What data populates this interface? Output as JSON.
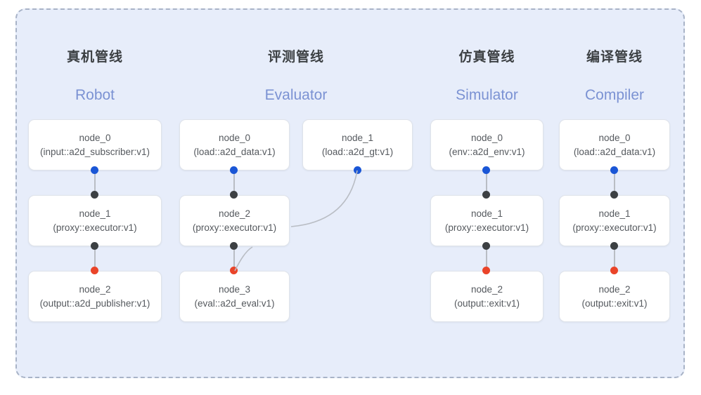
{
  "panel": {
    "background": "#e7edfa",
    "border_color": "#a8b3c7"
  },
  "palette": {
    "title_color": "#3c4043",
    "subtitle_color": "#7b92d3",
    "node_text_color": "#55595e",
    "dot_input": "#1a56d6",
    "dot_middle": "#3c4043",
    "dot_output": "#ea4429",
    "edge_color": "#b9bdc4"
  },
  "columns": [
    {
      "title": "真机管线",
      "subtitle": "Robot",
      "nodes": [
        {
          "name": "node_0",
          "type": "(input::a2d_subscriber:v1)"
        },
        {
          "name": "node_1",
          "type": "(proxy::executor:v1)"
        },
        {
          "name": "node_2",
          "type": "(output::a2d_publisher:v1)"
        }
      ]
    },
    {
      "title": "评测管线",
      "subtitle": "Evaluator",
      "nodes": [
        {
          "name": "node_0",
          "type": "(load::a2d_data:v1)"
        },
        {
          "name": "node_1",
          "type": "(load::a2d_gt:v1)"
        },
        {
          "name": "node_2",
          "type": "(proxy::executor:v1)"
        },
        {
          "name": "node_3",
          "type": "(eval::a2d_eval:v1)"
        }
      ]
    },
    {
      "title": "仿真管线",
      "subtitle": "Simulator",
      "nodes": [
        {
          "name": "node_0",
          "type": "(env::a2d_env:v1)"
        },
        {
          "name": "node_1",
          "type": "(proxy::executor:v1)"
        },
        {
          "name": "node_2",
          "type": "(output::exit:v1)"
        }
      ]
    },
    {
      "title": "编译管线",
      "subtitle": "Compiler",
      "nodes": [
        {
          "name": "node_0",
          "type": "(load::a2d_data:v1)"
        },
        {
          "name": "node_1",
          "type": "(proxy::executor:v1)"
        },
        {
          "name": "node_2",
          "type": "(output::exit:v1)"
        }
      ]
    }
  ]
}
